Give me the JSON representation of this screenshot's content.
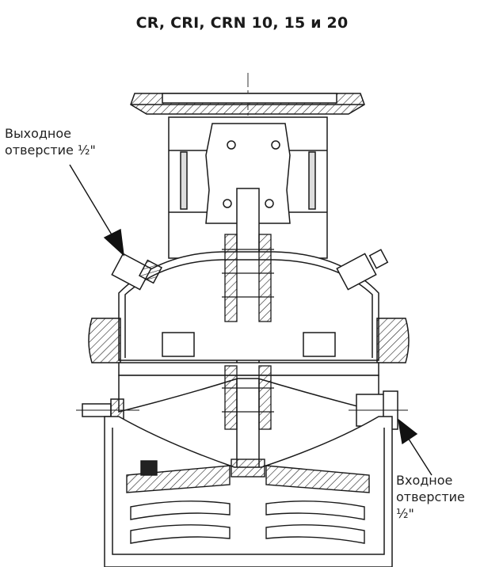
{
  "title": "CR, CRI, CRN 10, 15 и 20",
  "outlet": {
    "line1": "Выходное",
    "line2": "отверстие ½\""
  },
  "inlet": {
    "line1": "Входное",
    "line2": "отверстие",
    "line3": "½\""
  }
}
